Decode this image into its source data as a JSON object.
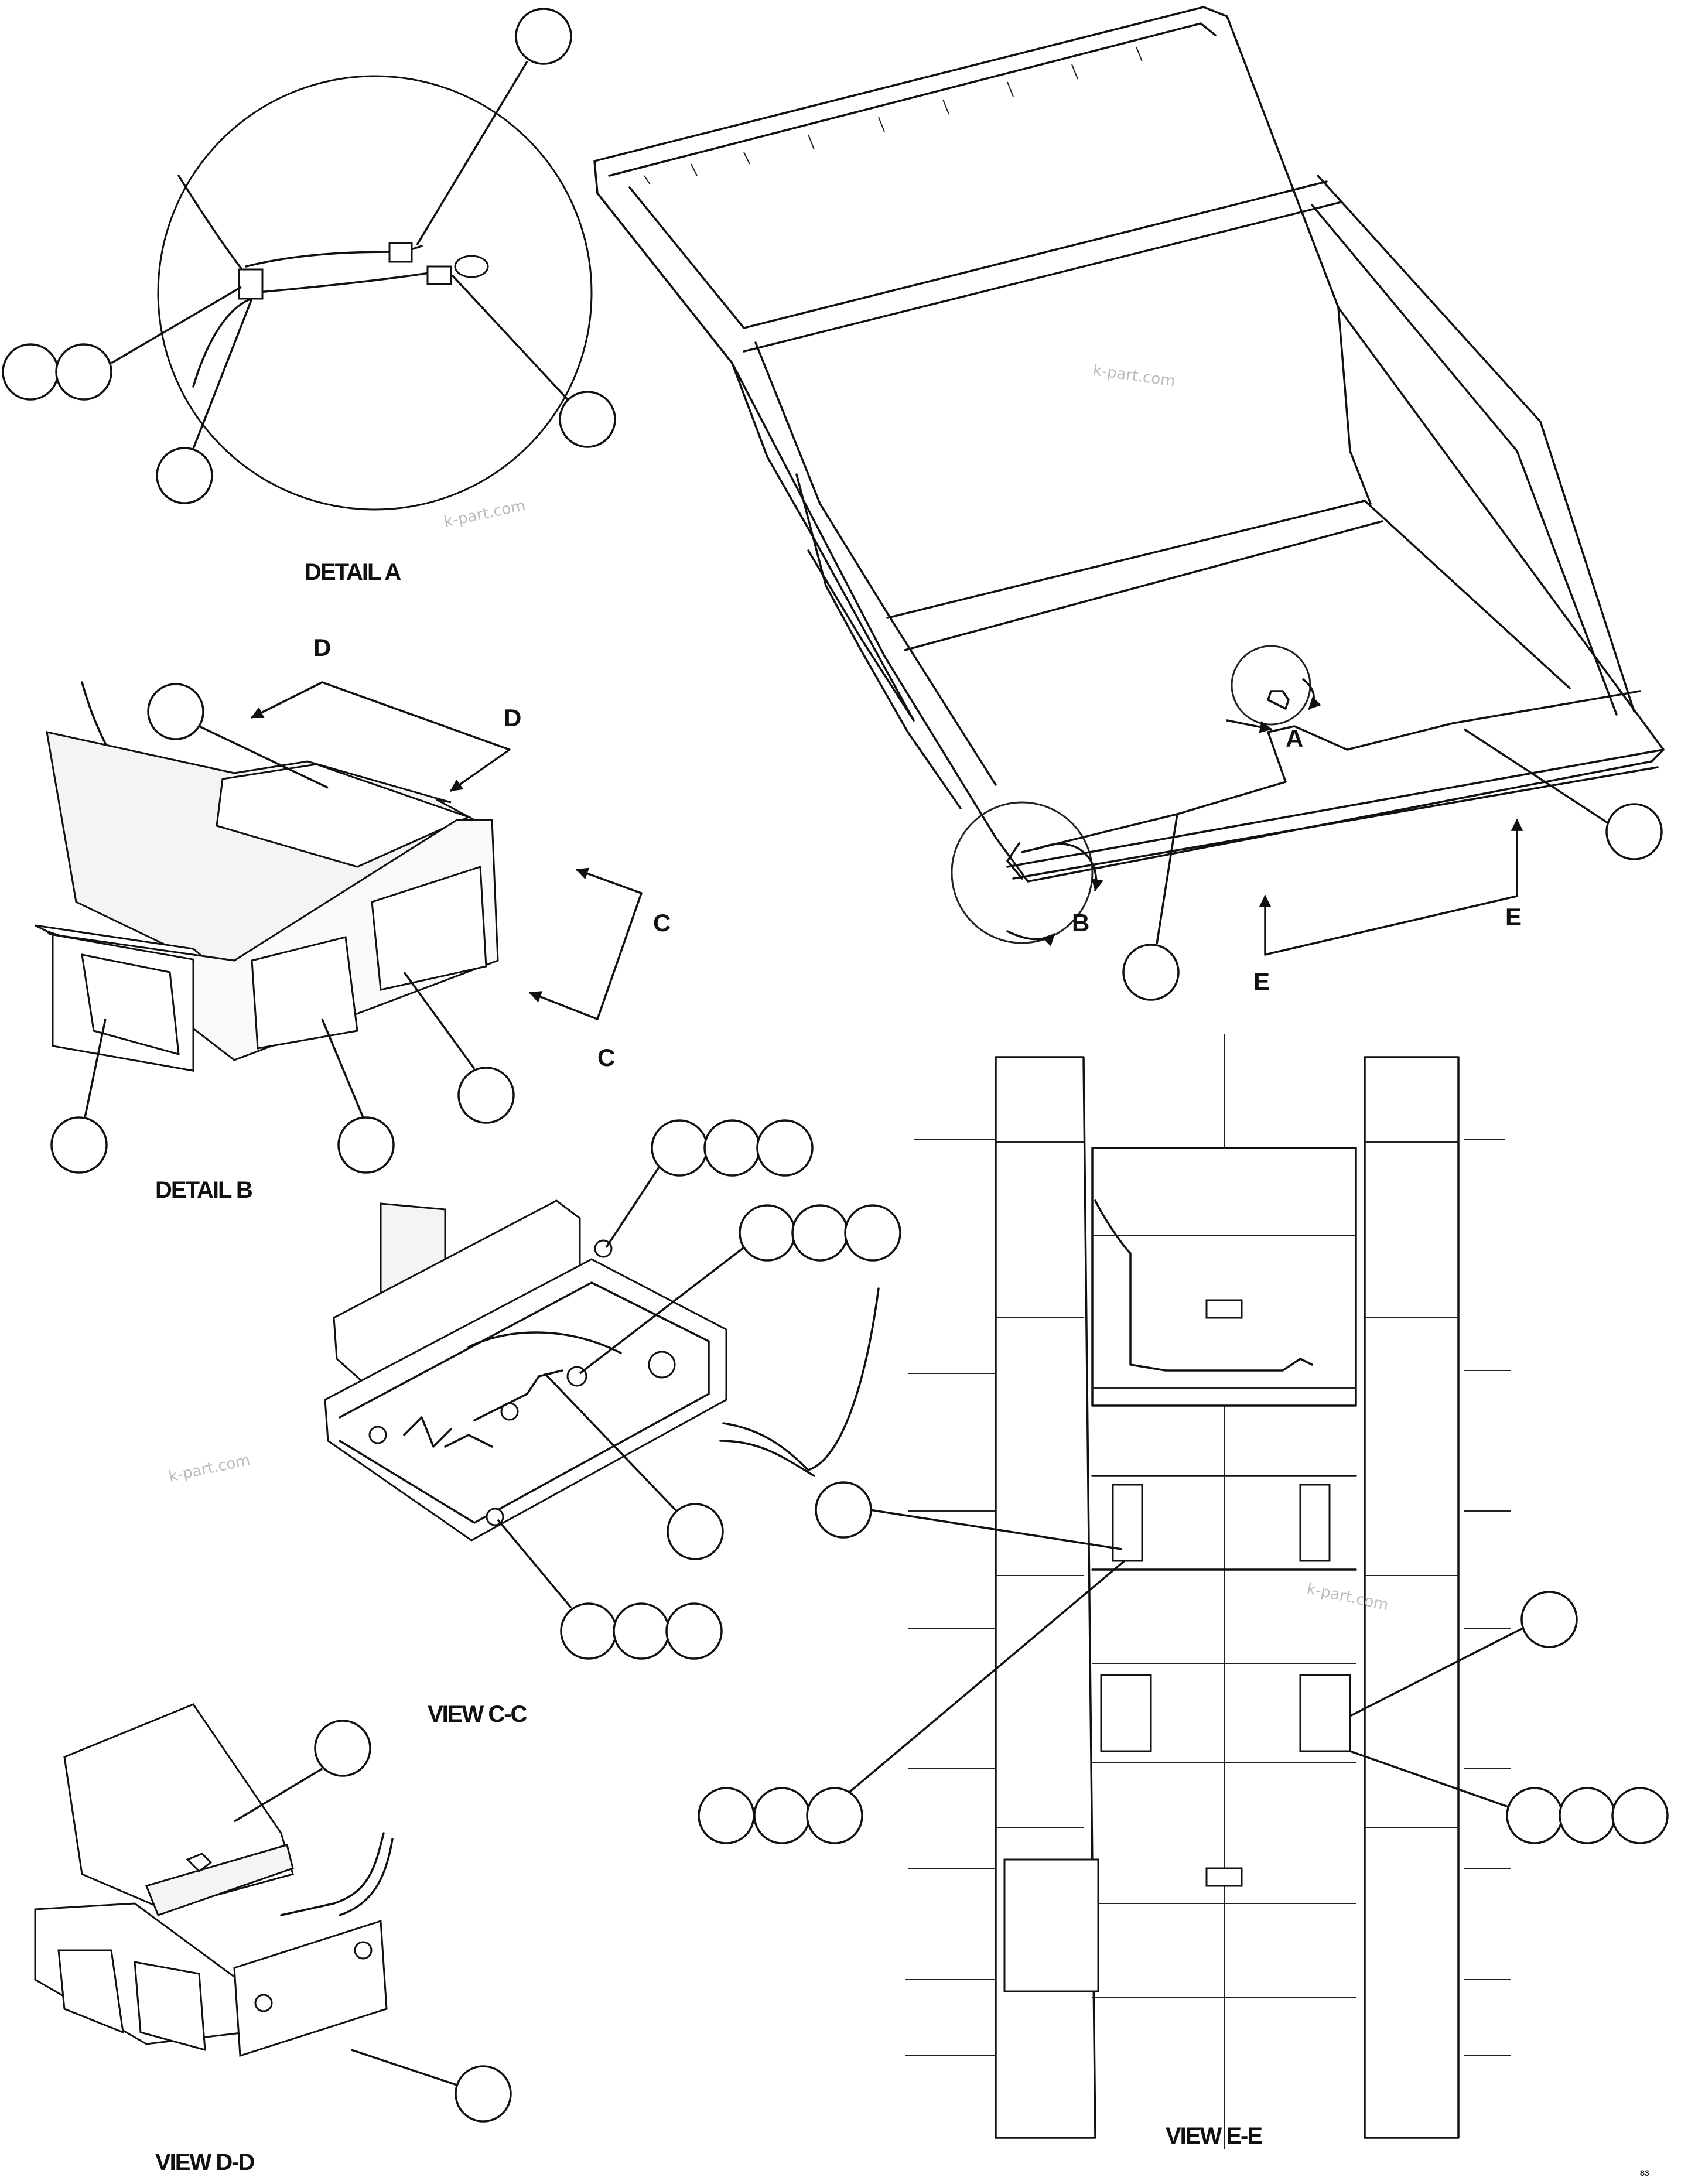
{
  "views": {
    "detail_a": "DETAIL A",
    "detail_b": "DETAIL B",
    "view_cc": "VIEW C-C",
    "view_dd": "VIEW D-D",
    "view_ee": "VIEW E-E"
  },
  "section_letters": {
    "a": "A",
    "b": "B",
    "c": "C",
    "d": "D",
    "e": "E"
  },
  "watermark": "k-part.com",
  "figure_id": "83"
}
